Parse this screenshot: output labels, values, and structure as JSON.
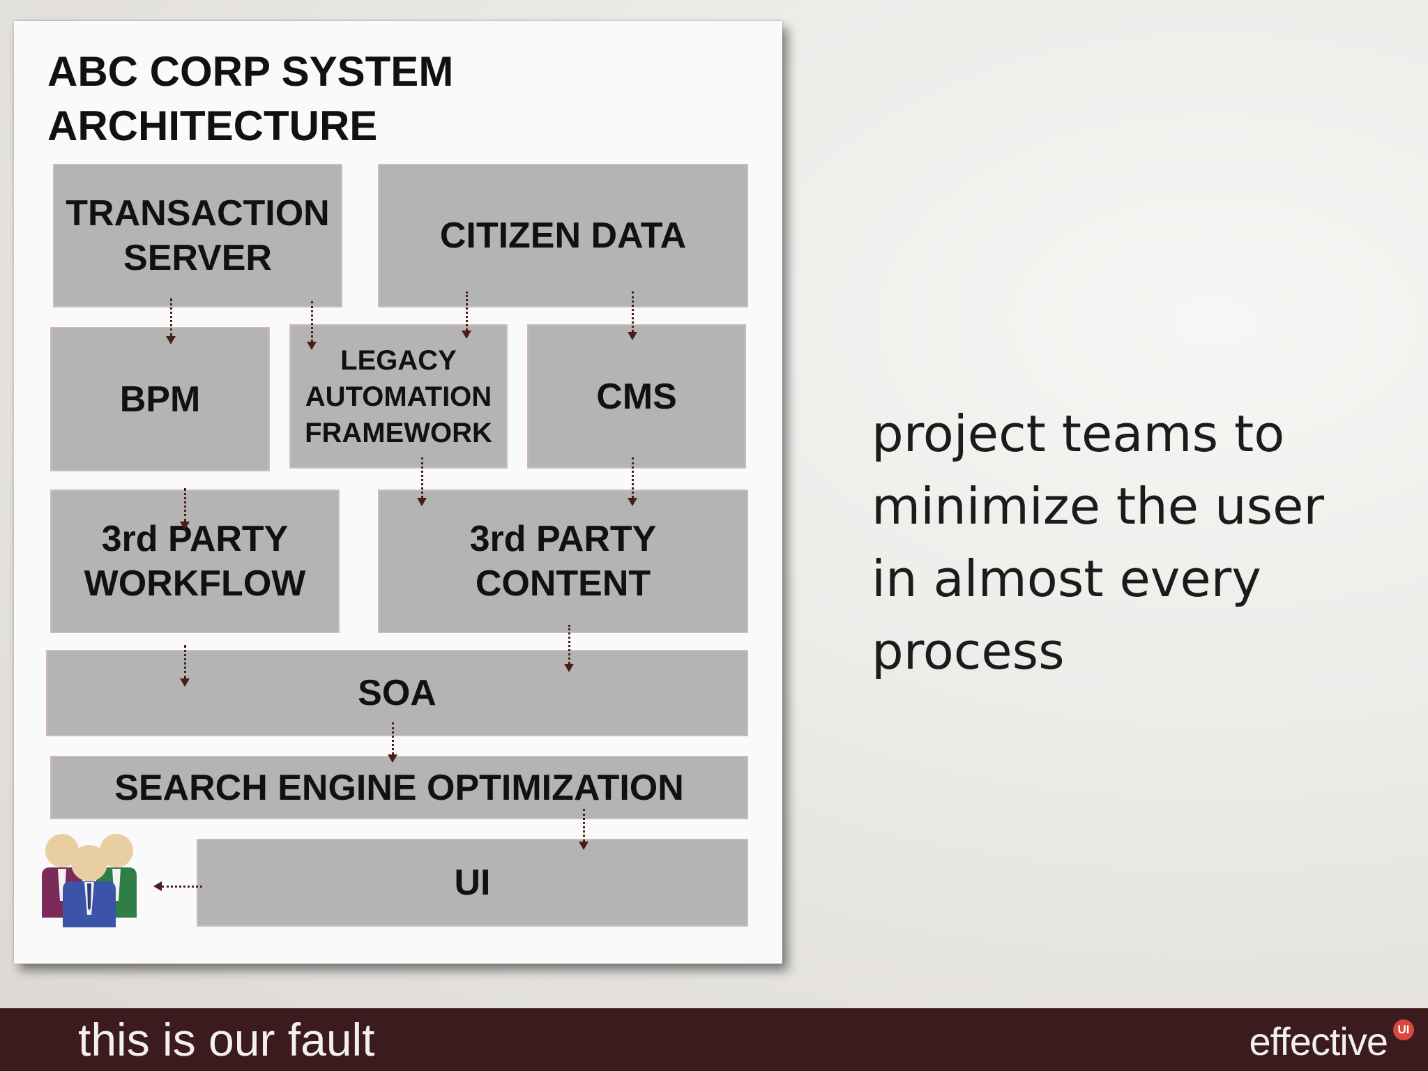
{
  "diagram": {
    "title": "ABC CORP SYSTEM\nARCHITECTURE",
    "boxes": {
      "transaction_server": "TRANSACTION\nSERVER",
      "citizen_data": "CITIZEN DATA",
      "bpm": "BPM",
      "legacy_framework": "LEGACY\nAUTOMATION\nFRAMEWORK",
      "cms": "CMS",
      "third_party_workflow": "3rd PARTY\nWORKFLOW",
      "third_party_content": "3rd PARTY\nCONTENT",
      "soa": "SOA",
      "seo": "SEARCH ENGINE OPTIMIZATION",
      "ui": "UI"
    },
    "users_icon": "users-group-icon"
  },
  "side_text": "project teams to\nminimize the user\nin almost every\nprocess",
  "footer": {
    "caption": "this is our fault",
    "brand": "effective",
    "brand_badge": "UI"
  },
  "colors": {
    "box_fill": "#b4b4b5",
    "arrow": "#4a1e18",
    "footer_bg": "#3b1b1e",
    "badge": "#d9483b"
  }
}
